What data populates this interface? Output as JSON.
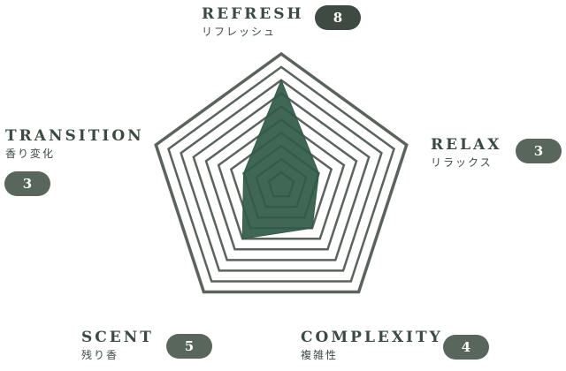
{
  "colors": {
    "ring": "#5a635c",
    "fill": "#305a48",
    "badge": "#59665c",
    "badge_dark": "#3e4a42",
    "text": "#3a4b42"
  },
  "chart_data": {
    "type": "radar",
    "max": 10,
    "levels": 10,
    "axes": [
      {
        "key": "refresh",
        "label": "REFRESH",
        "label_jp": "リフレッシュ",
        "value": 8
      },
      {
        "key": "relax",
        "label": "RELAX",
        "label_jp": "リラックス",
        "value": 3
      },
      {
        "key": "complexity",
        "label": "COMPLEXITY",
        "label_jp": "複雑性",
        "value": 4
      },
      {
        "key": "scent",
        "label": "SCENT",
        "label_jp": "残り香",
        "value": 5
      },
      {
        "key": "transition",
        "label": "TRANSITION",
        "label_jp": "香り変化",
        "value": 3
      }
    ]
  }
}
